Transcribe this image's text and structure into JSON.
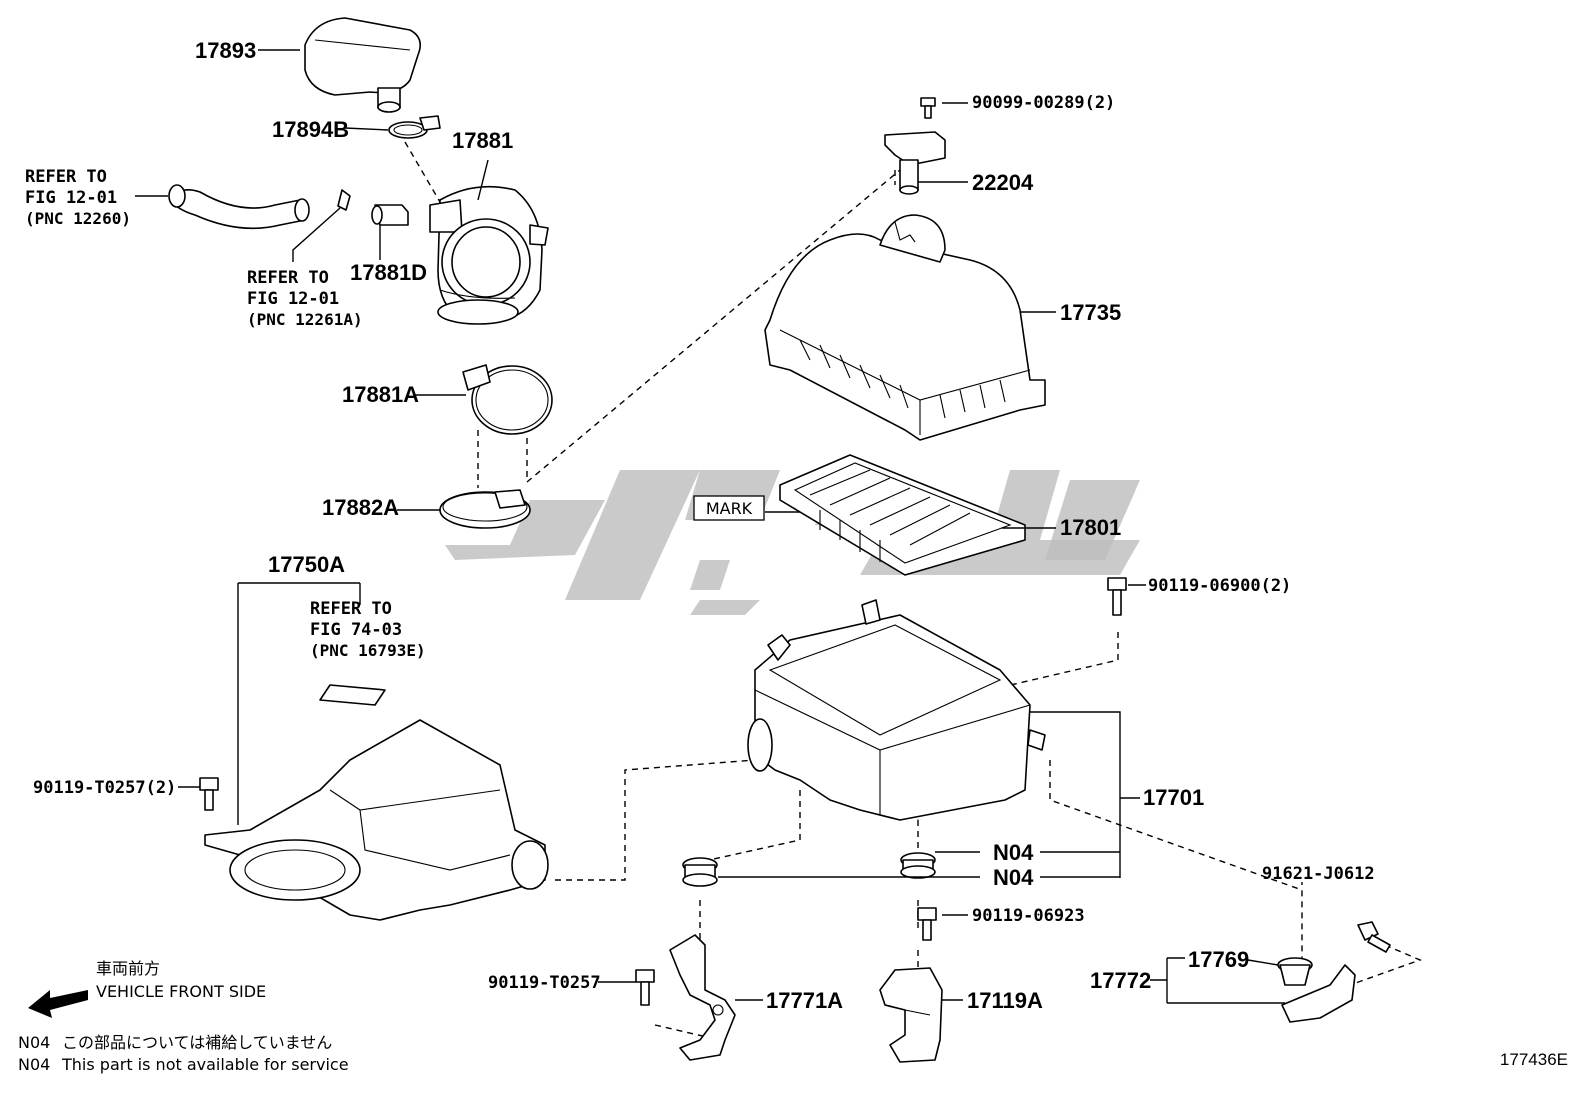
{
  "parts": [
    {
      "id": "p17893",
      "label": "17893"
    },
    {
      "id": "p17894B",
      "label": "17894B"
    },
    {
      "id": "p17881",
      "label": "17881"
    },
    {
      "id": "p17881D",
      "label": "17881D"
    },
    {
      "id": "p17881A",
      "label": "17881A"
    },
    {
      "id": "p17882A",
      "label": "17882A"
    },
    {
      "id": "p17750A",
      "label": "17750A"
    },
    {
      "id": "p90119T0257_2",
      "label": "90119-T0257(2)"
    },
    {
      "id": "p90099",
      "label": "90099-00289(2)"
    },
    {
      "id": "p22204",
      "label": "22204"
    },
    {
      "id": "p17735",
      "label": "17735"
    },
    {
      "id": "p17801",
      "label": "17801"
    },
    {
      "id": "p90119_06900",
      "label": "90119-06900(2)"
    },
    {
      "id": "p17701",
      "label": "17701"
    },
    {
      "id": "pN04a",
      "label": "N04"
    },
    {
      "id": "pN04b",
      "label": "N04"
    },
    {
      "id": "p90119_06923",
      "label": "90119-06923"
    },
    {
      "id": "p91621",
      "label": "91621-J0612"
    },
    {
      "id": "p17769",
      "label": "17769"
    },
    {
      "id": "p17772",
      "label": "17772"
    },
    {
      "id": "p90119T0257",
      "label": "90119-T0257"
    },
    {
      "id": "p17771A",
      "label": "17771A"
    },
    {
      "id": "p17119A",
      "label": "17119A"
    }
  ],
  "references": [
    {
      "lines": [
        "REFER TO",
        "FIG 12-01",
        "(PNC 12260)"
      ]
    },
    {
      "lines": [
        "REFER TO",
        "FIG 12-01",
        "(PNC 12261A)"
      ]
    },
    {
      "lines": [
        "REFER TO",
        "FIG 74-03",
        "(PNC 16793E)"
      ]
    }
  ],
  "mark_label": "MARK",
  "front": {
    "jp": "車両前方",
    "en": "VEHICLE FRONT SIDE"
  },
  "notes": [
    {
      "code": "N04",
      "text": "この部品については補給していません"
    },
    {
      "code": "N04",
      "text": "This part is not available for service"
    }
  ],
  "figure_id": "177436E",
  "colors": {
    "ink": "#000000",
    "watermark": "#bdbdbd",
    "background": "#ffffff"
  }
}
